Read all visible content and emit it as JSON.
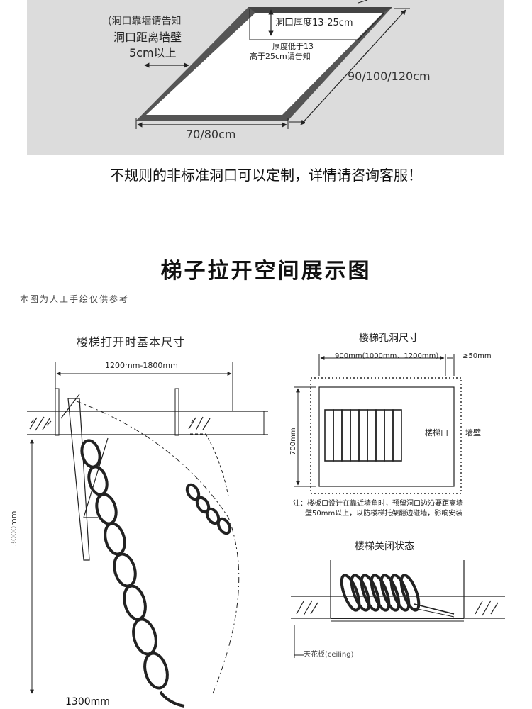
{
  "top_diagram": {
    "hole_against_wall_note": "(洞口靠墙请告知",
    "hole_distance_line1": "洞口距离墙壁",
    "hole_distance_line2": "5cm以上",
    "thickness_label": "洞口厚度13-25cm",
    "thickness_note_line1": "厚度低于13",
    "thickness_note_line2": "高于25cm请告知",
    "length_options": "90/100/120cm",
    "width_options": "70/80cm"
  },
  "custom_note": "不规则的非标准洞口可以定制，详情请咨询客服！",
  "section": {
    "title": "梯子拉开空间展示图",
    "subtitle": "本图为人工手绘仅供参考"
  },
  "open_diagram": {
    "title": "楼梯打开时基本尺寸",
    "width_range": "1200mm-1800mm",
    "height": "3000mm",
    "base": "1300mm"
  },
  "hole_diagram": {
    "title": "楼梯孔洞尺寸",
    "width_options": "900mm(1000mm、1200mm)",
    "wall_gap": "≥50mm",
    "height": "700mm",
    "opening_label": "楼梯口",
    "wall_label": "墙壁",
    "note_line1": "注：楼板口设计在靠近墙角时，预留洞口边沿要距离墙",
    "note_line2": "壁50mm以上，以防楼梯托架翻边碰墙，影响安装"
  },
  "closed_diagram": {
    "title": "楼梯关闭状态",
    "ceiling_label": "天花板(ceiling)"
  }
}
